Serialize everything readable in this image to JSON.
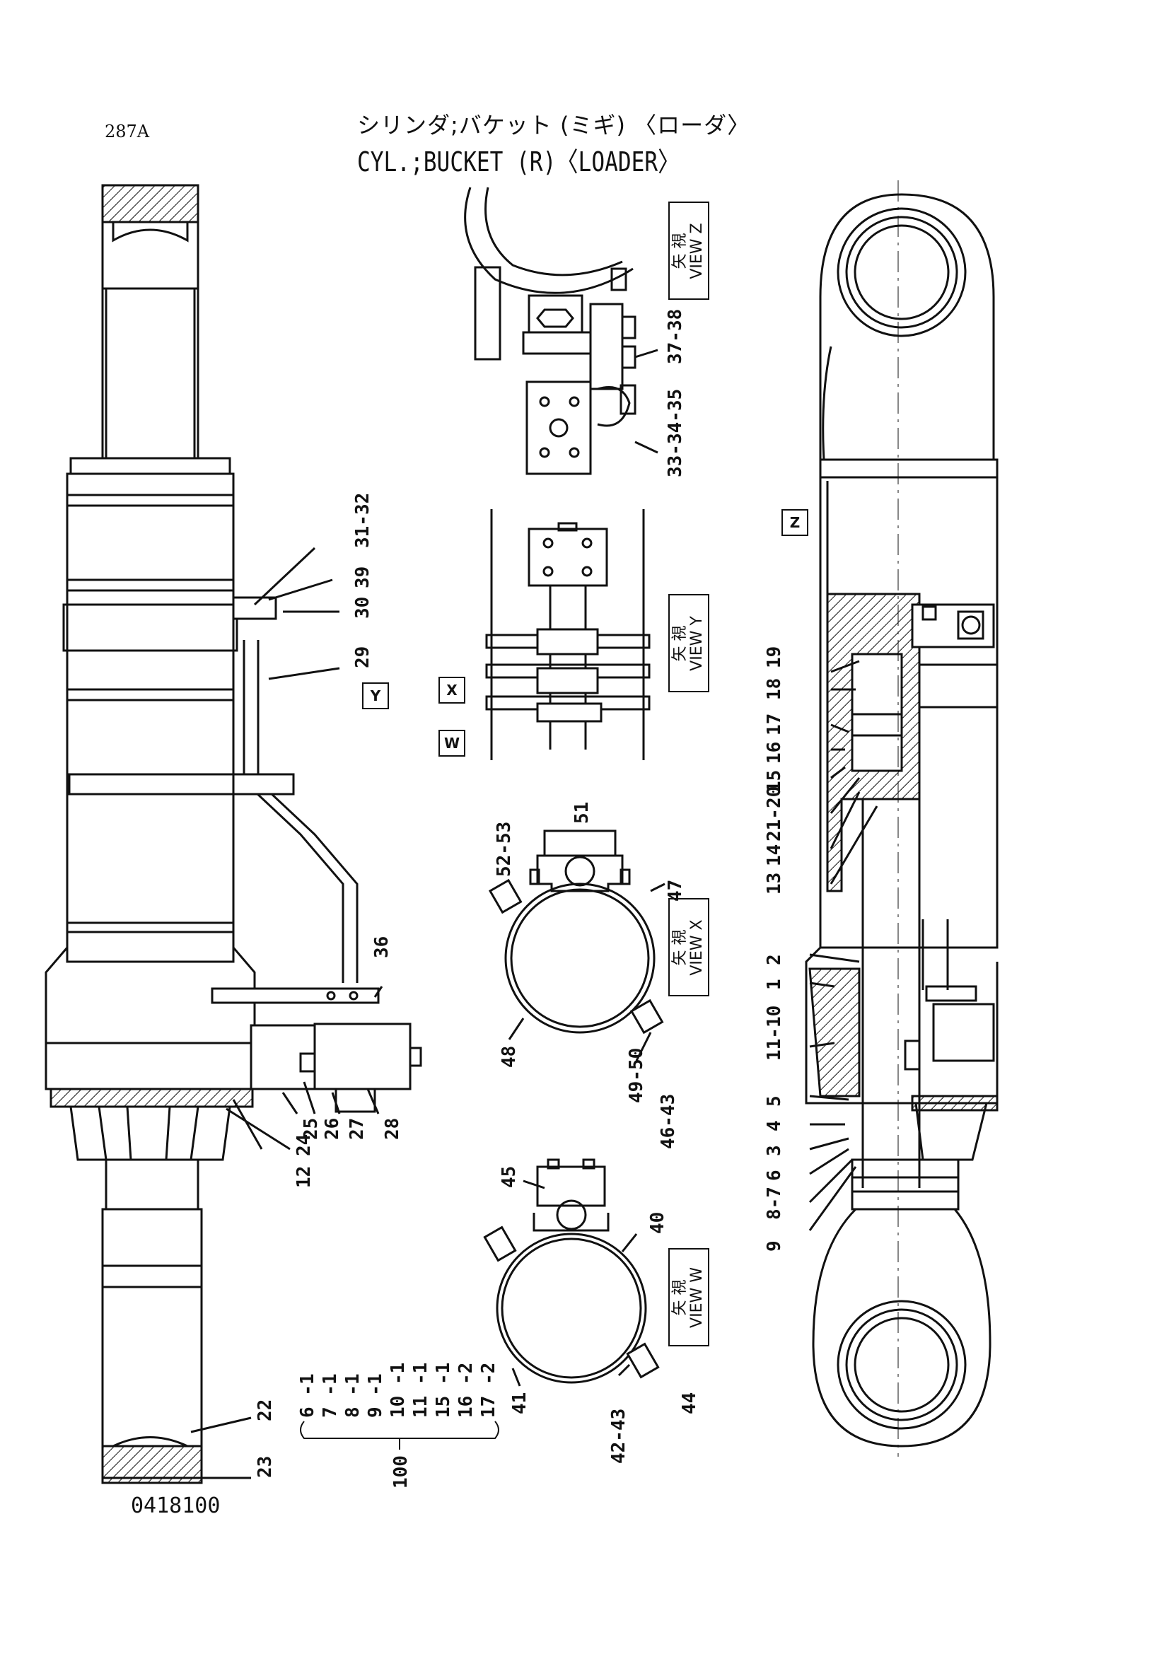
{
  "header": {
    "page_code": "287A",
    "title_jp": "シリンダ;バケット (ミギ) 〈ローダ〉",
    "title_en": "CYL.;BUCKET (R)〈LOADER〉"
  },
  "footer": {
    "drawing_number": "0418100"
  },
  "views": [
    {
      "jp": "矢 視",
      "en": "VIEW Z"
    },
    {
      "jp": "矢 視",
      "en": "VIEW Y"
    },
    {
      "jp": "矢 視",
      "en": "VIEW X"
    },
    {
      "jp": "矢 視",
      "en": "VIEW W"
    }
  ],
  "view_arrows": [
    "Z",
    "Y",
    "X",
    "W"
  ],
  "callouts_left": [
    "31-32",
    "39",
    "30",
    "29",
    "36",
    "25",
    "26",
    "27",
    "28",
    "12",
    "24",
    "22",
    "23"
  ],
  "callouts_view_z": [
    "37-38",
    "33-34-35"
  ],
  "callouts_view_x": [
    "51",
    "52-53",
    "47",
    "48",
    "49-50"
  ],
  "callouts_view_w": [
    "46-43",
    "45",
    "40",
    "41",
    "42-43",
    "44"
  ],
  "callouts_right": [
    "19",
    "18",
    "17",
    "16",
    "15",
    "21-20",
    "14",
    "13",
    "2",
    "1",
    "11-10",
    "5",
    "4",
    "3",
    "6",
    "8-7",
    "9"
  ],
  "kit": {
    "label": "100",
    "items": [
      "6 -1",
      "7 -1",
      "8 -1",
      "9 -1",
      "10 -1",
      "11 -1",
      "15 -1",
      "16 -2",
      "17 -2"
    ]
  },
  "colors": {
    "ink": "#111111",
    "paper": "#ffffff"
  }
}
